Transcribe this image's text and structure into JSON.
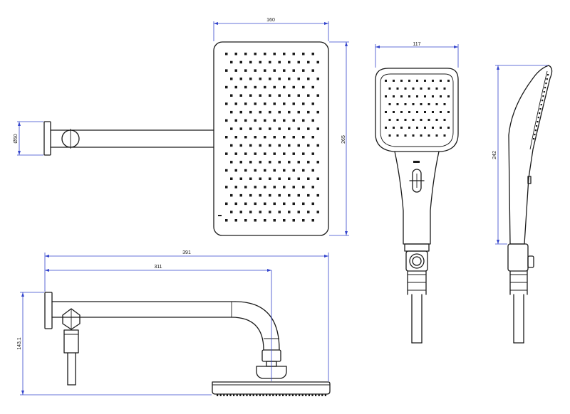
{
  "colors": {
    "line": "#1a1a1a",
    "dimension": "#3344cc",
    "background": "#ffffff"
  },
  "dimensions": {
    "head_width": "160",
    "head_height": "265",
    "flange_diameter": "Ø50",
    "hand_width": "117",
    "hand_length": "242",
    "overall_length": "391",
    "arm_length": "311",
    "drop_height": "143,1"
  }
}
